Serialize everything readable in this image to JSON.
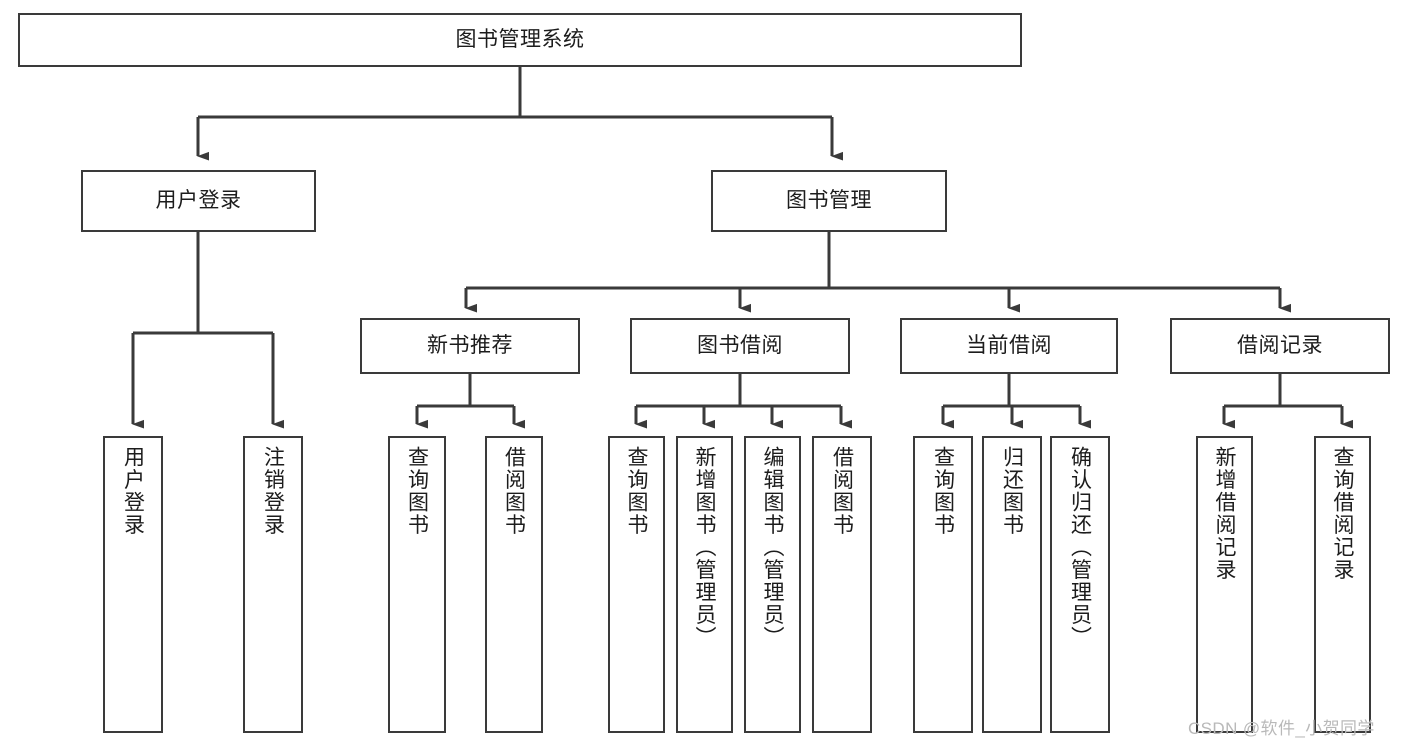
{
  "diagram": {
    "title": "图书管理系统",
    "type": "tree-hierarchy-diagram",
    "watermark": "CSDN @软件_小贺同学",
    "colors": {
      "box_border": "#3a3a3a",
      "box_fill": "#ffffff",
      "connector": "#3a3a3a",
      "text": "#1c1c1c",
      "watermark": "#b9b9b9",
      "background": "#ffffff"
    },
    "root": {
      "label": "图书管理系统"
    },
    "level2": [
      {
        "label": "用户登录"
      },
      {
        "label": "图书管理"
      }
    ],
    "level3": [
      {
        "label": "新书推荐"
      },
      {
        "label": "图书借阅"
      },
      {
        "label": "当前借阅"
      },
      {
        "label": "借阅记录"
      }
    ],
    "leaves": {
      "user_login": [
        {
          "label": "用户登录"
        },
        {
          "label": "注销登录"
        }
      ],
      "new_book_recommend": [
        {
          "label": "查询图书"
        },
        {
          "label": "借阅图书"
        }
      ],
      "book_borrow": [
        {
          "label": "查询图书"
        },
        {
          "label": "新增图书（管理员）"
        },
        {
          "label": "编辑图书（管理员）"
        },
        {
          "label": "借阅图书"
        }
      ],
      "current_borrow": [
        {
          "label": "查询图书"
        },
        {
          "label": "归还图书"
        },
        {
          "label": "确认归还（管理员）"
        }
      ],
      "borrow_record": [
        {
          "label": "新增借阅记录"
        },
        {
          "label": "查询借阅记录"
        }
      ]
    }
  }
}
